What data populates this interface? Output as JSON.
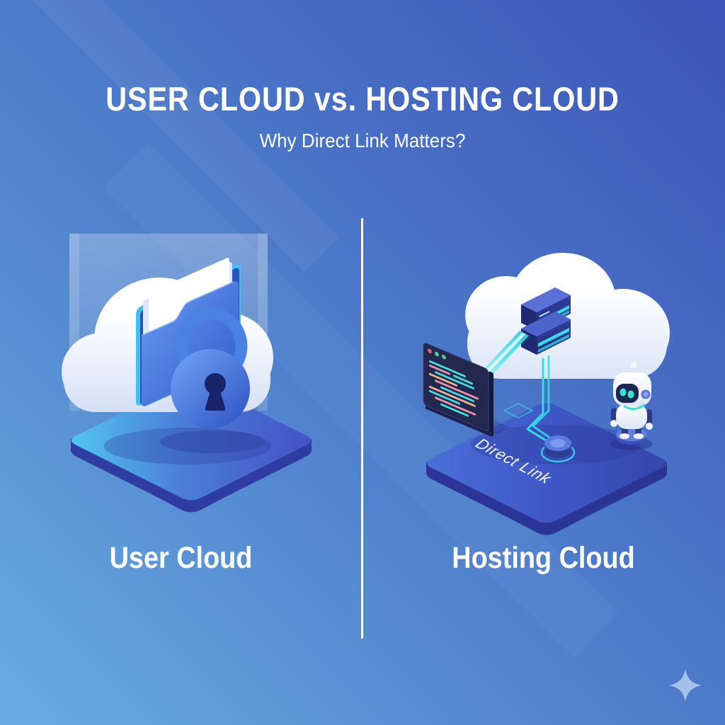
{
  "header": {
    "title": "USER CLOUD vs. HOSTING CLOUD",
    "subtitle": "Why Direct Link Matters?"
  },
  "comparison": {
    "left": {
      "label": "User Cloud",
      "illustration": "isometric platform with white cloud, blue folder with documents and blue padlock, light beam from above"
    },
    "right": {
      "label": "Hosting Cloud",
      "platform_caption": "Direct Link",
      "illustration": "isometric platform with white cloud, server stack, dark code window connected by cyan data beam, cables to a port, and a white robot"
    }
  },
  "icons": {
    "left_panel": [
      "cloud-icon",
      "folder-icon",
      "padlock-icon"
    ],
    "right_panel": [
      "cloud-icon",
      "server-icon",
      "code-window-icon",
      "beam-icon",
      "cable-icon",
      "port-icon",
      "robot-icon"
    ],
    "corner_mark": "sparkle-icon"
  },
  "colors": {
    "background_bottom_left": "#69ace1",
    "background_top_right": "#3c54b8",
    "accent_cyan": "#35dce8",
    "platform_blue": "#4a6fd8",
    "divider": "#ffffff",
    "sparkle": "#a9c4e9",
    "code_window_bg": "#23284e",
    "code_line_pink": "#f093ac",
    "code_line_salmon": "#f0b392",
    "server_body": "#2c3a94"
  }
}
